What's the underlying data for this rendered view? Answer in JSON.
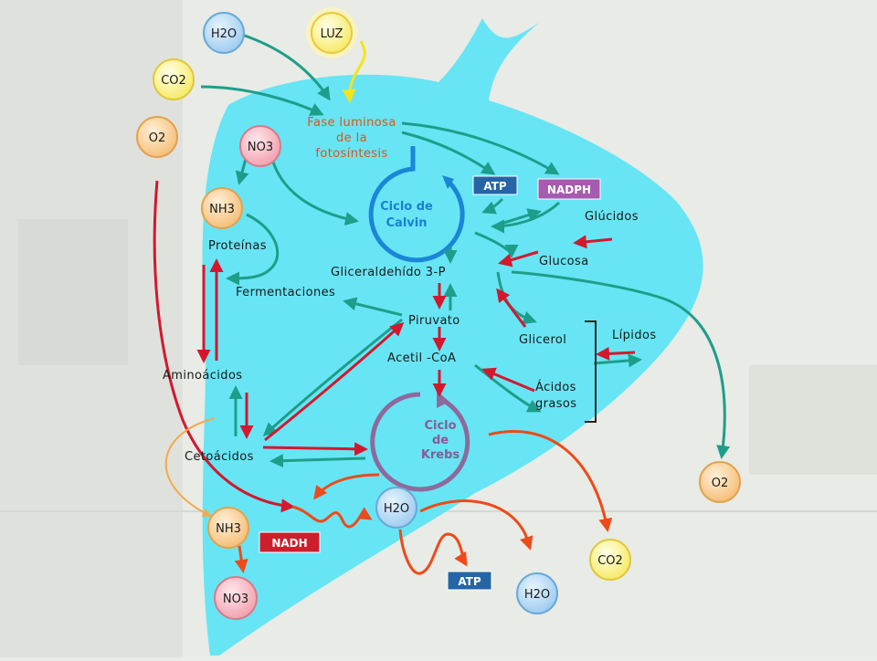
{
  "diagram": {
    "molecules": {
      "h2o_top": "H2O",
      "luz": "LUZ",
      "co2_top": "CO2",
      "o2_left": "O2",
      "no3_top": "NO3",
      "nh3_top": "NH3",
      "o2_right": "O2",
      "h2o_mid": "H2O",
      "nh3_bottom": "NH3",
      "no3_bottom": "NO3",
      "co2_bottom": "CO2",
      "h2o_bottom": "H2O"
    },
    "tags": {
      "atp_top": "ATP",
      "nadph": "NADPH",
      "nadh": "NADH",
      "atp_bottom": "ATP"
    },
    "labels": {
      "fase_luminosa_1": "Fase luminosa",
      "fase_luminosa_2": "de la",
      "fase_luminosa_3": "fotosíntesis",
      "calvin_1": "Ciclo de",
      "calvin_2": "Calvin",
      "glucidos": "Glúcidos",
      "glucosa": "Glucosa",
      "gliceraldehido": "Gliceraldehído  3-P",
      "proteinas": "Proteínas",
      "fermentaciones": "Fermentaciones",
      "piruvato": "Piruvato",
      "glicerol": "Glicerol",
      "lipidos": "Lípidos",
      "acetil_coa": "Acetil  -CoA",
      "acidos_1": "Ácidos",
      "acidos_2": "grasos",
      "aminoacidos": "Aminoácidos",
      "krebs_1": "Ciclo",
      "krebs_2": "de",
      "krebs_3": "Krebs",
      "cetoacidos": "Cetoácidos"
    },
    "colors": {
      "cell": "#67e5f4",
      "teal_arrow": "#1e9e8a",
      "red_arrow": "#d3182e",
      "orange_arrow": "#ee4a1a",
      "calvin_ring": "#1b86d8",
      "krebs_ring": "#8e6a9c"
    }
  }
}
